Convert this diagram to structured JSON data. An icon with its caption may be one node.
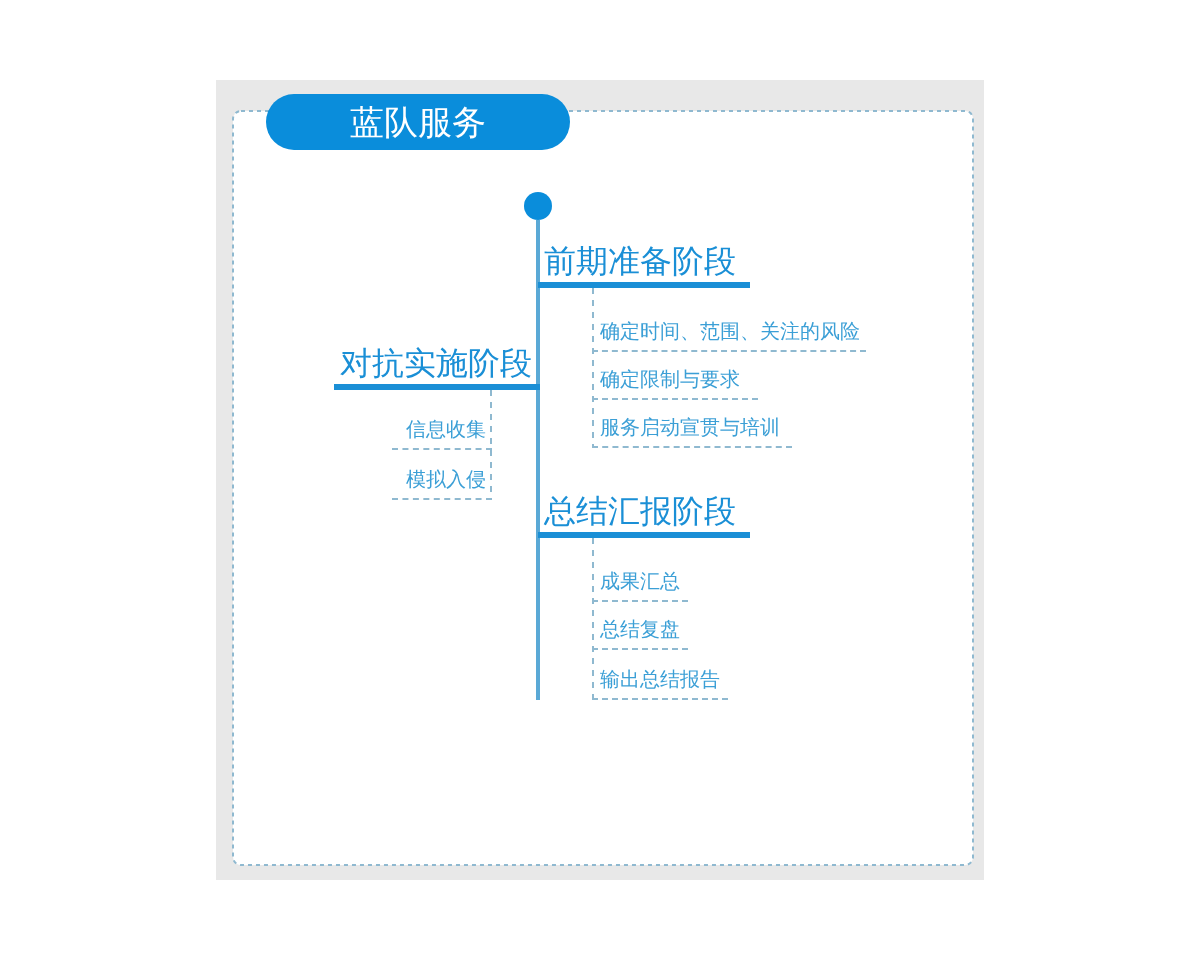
{
  "diagram": {
    "nodes": [
      {
        "text": [
          "蓝队服务"
        ]
      },
      {
        "text": [],
        "shape": "circle"
      },
      {
        "text": [
          "前期准备阶段"
        ]
      },
      {
        "text": [
          "确定时间、范围、关注的风险"
        ]
      },
      {
        "text": [
          "确定限制与要求"
        ]
      },
      {
        "text": [
          "服务启动宣贯与培训"
        ]
      },
      {
        "text": [
          "对抗实施阶段"
        ]
      },
      {
        "text": [
          "信息收集"
        ]
      },
      {
        "text": [
          "模拟入侵"
        ]
      },
      {
        "text": [
          "总结汇报阶段"
        ]
      },
      {
        "text": [
          "成果汇总"
        ]
      },
      {
        "text": [
          "总结复盘"
        ]
      },
      {
        "text": [
          "输出总结报告"
        ]
      }
    ],
    "edges": [
      {
        "from": 1,
        "to": 2,
        "arrow": "none"
      },
      {
        "from": 1,
        "to": 6,
        "arrow": "none"
      },
      {
        "from": 1,
        "to": 9,
        "arrow": "none"
      },
      {
        "from": 2,
        "to": 3,
        "arrow": "none",
        "style": "dashed"
      },
      {
        "from": 2,
        "to": 4,
        "arrow": "none",
        "style": "dashed"
      },
      {
        "from": 2,
        "to": 5,
        "arrow": "none",
        "style": "dashed"
      },
      {
        "from": 6,
        "to": 7,
        "arrow": "none",
        "style": "dashed"
      },
      {
        "from": 6,
        "to": 8,
        "arrow": "none",
        "style": "dashed"
      },
      {
        "from": 9,
        "to": 10,
        "arrow": "none",
        "style": "dashed"
      },
      {
        "from": 9,
        "to": 11,
        "arrow": "none",
        "style": "dashed"
      },
      {
        "from": 9,
        "to": 12,
        "arrow": "none",
        "style": "dashed"
      }
    ]
  }
}
